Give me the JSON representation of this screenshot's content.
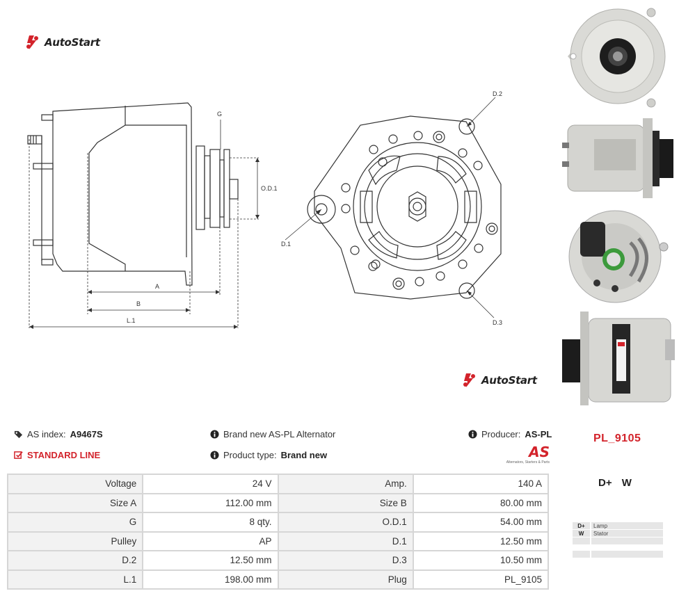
{
  "brand": {
    "name": "AutoStart",
    "accent": "#d3232b"
  },
  "drawing_side": {
    "labels": {
      "g": "G",
      "od1": "O.D.1",
      "a": "A",
      "b": "B",
      "l1": "L.1"
    }
  },
  "drawing_front": {
    "labels": {
      "d1": "D.1",
      "d2": "D.2",
      "d3": "D.3"
    }
  },
  "product": {
    "as_index_label": "AS index:",
    "as_index_value": "A9467S",
    "line_label": "STANDARD LINE",
    "brand_new_text": "Brand new AS-PL Alternator",
    "product_type_label": "Product type:",
    "product_type_value": "Brand new",
    "producer_label": "Producer:",
    "producer_value": "AS-PL",
    "producer_logo_text": "AS",
    "producer_logo_sub": "Alternators, Starters & Parts",
    "code": "PL_9105"
  },
  "specs": [
    [
      "Voltage",
      "24 V",
      "Amp.",
      "140 A"
    ],
    [
      "Size A",
      "112.00 mm",
      "Size B",
      "80.00 mm"
    ],
    [
      "G",
      "8 qty.",
      "O.D.1",
      "54.00 mm"
    ],
    [
      "Pulley",
      "AP",
      "D.1",
      "12.50 mm"
    ],
    [
      "D.2",
      "12.50 mm",
      "D.3",
      "10.50 mm"
    ],
    [
      "L.1",
      "198.00 mm",
      "Plug",
      "PL_9105"
    ]
  ],
  "terminals": {
    "heading": "D+  W",
    "rows": [
      {
        "key": "D+",
        "value": "Lamp"
      },
      {
        "key": "W",
        "value": "Stator"
      }
    ]
  }
}
